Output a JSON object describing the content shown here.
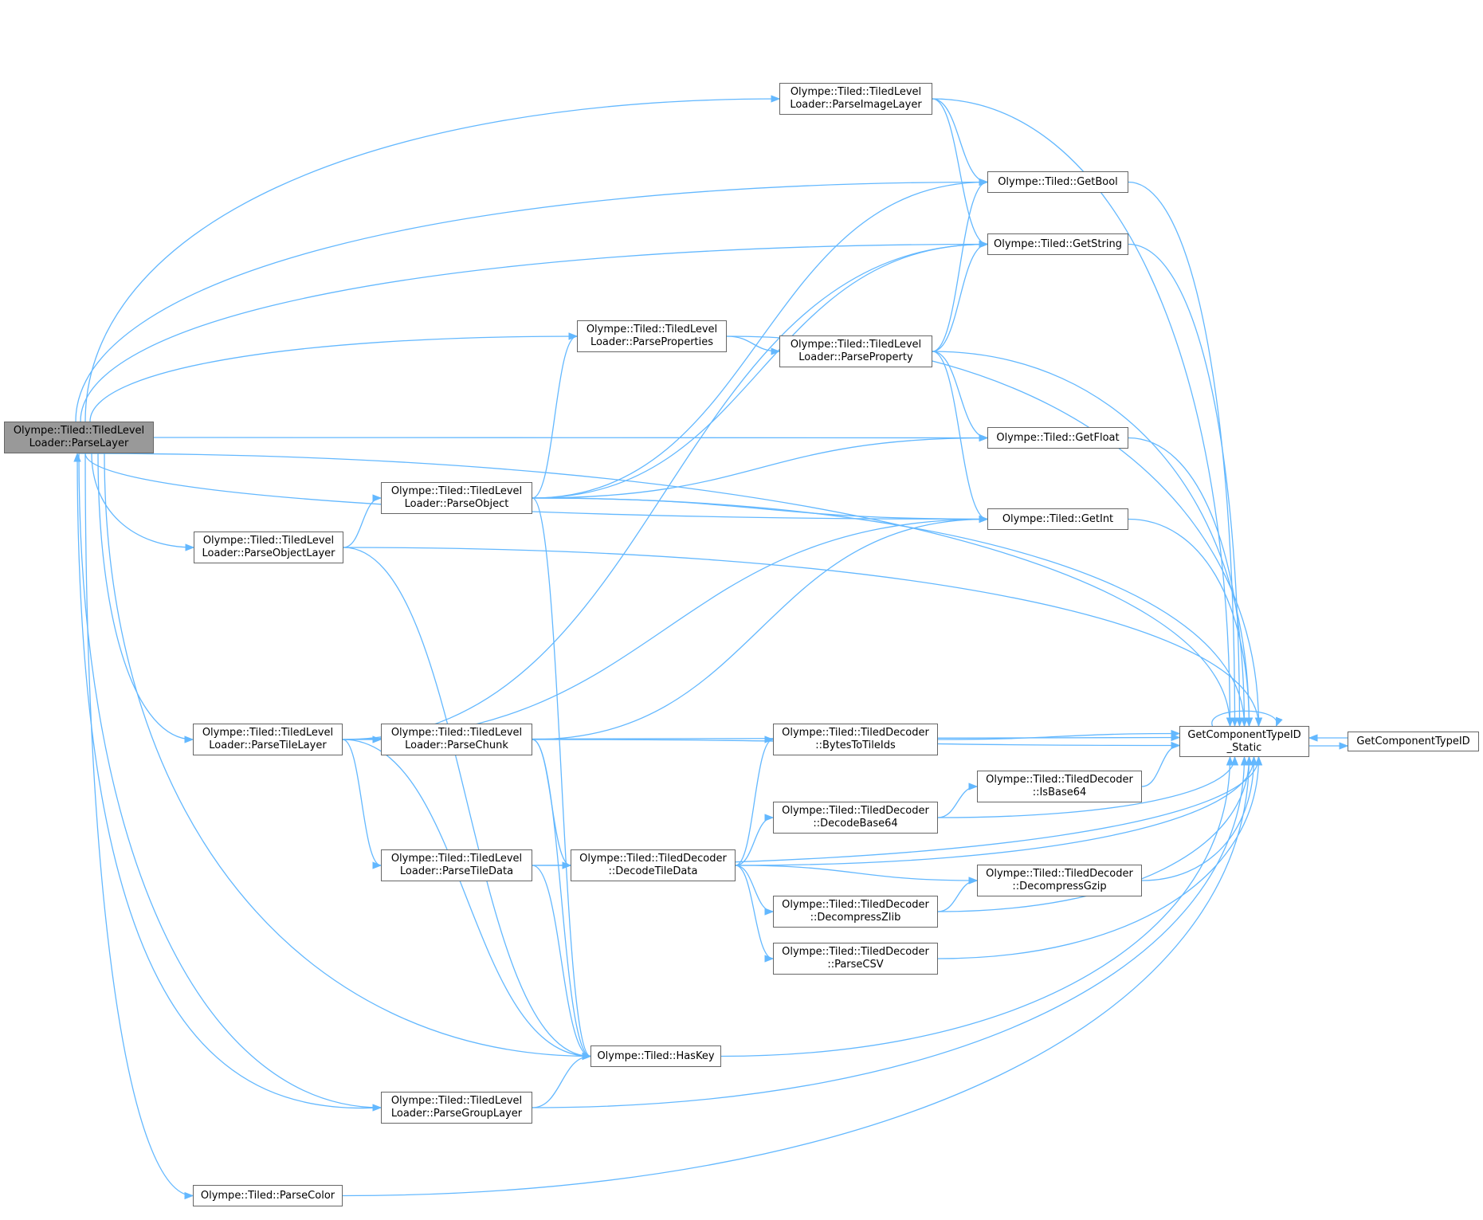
{
  "colors": {
    "edge": "#63b8ff",
    "root_fill": "#999999",
    "node_border": "#666666"
  },
  "nodes": {
    "ParseLayer": {
      "label": "Olympe::Tiled::TiledLevel\nLoader::ParseLayer",
      "root": true
    },
    "ParseImageLayer": {
      "label": "Olympe::Tiled::TiledLevel\nLoader::ParseImageLayer"
    },
    "GetBool": {
      "label": "Olympe::Tiled::GetBool"
    },
    "GetString": {
      "label": "Olympe::Tiled::GetString"
    },
    "ParseProperties": {
      "label": "Olympe::Tiled::TiledLevel\nLoader::ParseProperties"
    },
    "ParseProperty": {
      "label": "Olympe::Tiled::TiledLevel\nLoader::ParseProperty"
    },
    "GetFloat": {
      "label": "Olympe::Tiled::GetFloat"
    },
    "ParseObject": {
      "label": "Olympe::Tiled::TiledLevel\nLoader::ParseObject"
    },
    "GetInt": {
      "label": "Olympe::Tiled::GetInt"
    },
    "ParseObjectLayer": {
      "label": "Olympe::Tiled::TiledLevel\nLoader::ParseObjectLayer"
    },
    "Static": {
      "label": "GetComponentTypeID\n_Static"
    },
    "GetComponentTypeID": {
      "label": "GetComponentTypeID"
    },
    "ParseTileLayer": {
      "label": "Olympe::Tiled::TiledLevel\nLoader::ParseTileLayer"
    },
    "ParseChunk": {
      "label": "Olympe::Tiled::TiledLevel\nLoader::ParseChunk"
    },
    "BytesToTileIds": {
      "label": "Olympe::Tiled::TiledDecoder\n::BytesToTileIds"
    },
    "IsBase64": {
      "label": "Olympe::Tiled::TiledDecoder\n::IsBase64"
    },
    "DecodeBase64": {
      "label": "Olympe::Tiled::TiledDecoder\n::DecodeBase64"
    },
    "DecodeTileData": {
      "label": "Olympe::Tiled::TiledDecoder\n::DecodeTileData"
    },
    "ParseTileData": {
      "label": "Olympe::Tiled::TiledLevel\nLoader::ParseTileData"
    },
    "DecompressGzip": {
      "label": "Olympe::Tiled::TiledDecoder\n::DecompressGzip"
    },
    "DecompressZlib": {
      "label": "Olympe::Tiled::TiledDecoder\n::DecompressZlib"
    },
    "ParseCSV": {
      "label": "Olympe::Tiled::TiledDecoder\n::ParseCSV"
    },
    "HasKey": {
      "label": "Olympe::Tiled::HasKey"
    },
    "ParseGroupLayer": {
      "label": "Olympe::Tiled::TiledLevel\nLoader::ParseGroupLayer"
    },
    "ParseColor": {
      "label": "Olympe::Tiled::ParseColor"
    }
  },
  "edges": [
    [
      "ParseLayer",
      "Static"
    ],
    [
      "ParseLayer",
      "GetBool"
    ],
    [
      "ParseLayer",
      "GetString"
    ],
    [
      "ParseLayer",
      "ParseImageLayer"
    ],
    [
      "ParseLayer",
      "ParseProperties"
    ],
    [
      "ParseLayer",
      "GetFloat"
    ],
    [
      "ParseLayer",
      "GetInt"
    ],
    [
      "ParseLayer",
      "ParseObjectLayer"
    ],
    [
      "ParseLayer",
      "ParseTileLayer"
    ],
    [
      "ParseLayer",
      "HasKey"
    ],
    [
      "ParseLayer",
      "ParseGroupLayer"
    ],
    [
      "ParseLayer",
      "ParseColor"
    ],
    [
      "ParseImageLayer",
      "GetBool"
    ],
    [
      "ParseImageLayer",
      "GetString"
    ],
    [
      "ParseImageLayer",
      "Static"
    ],
    [
      "GetBool",
      "Static"
    ],
    [
      "GetString",
      "Static"
    ],
    [
      "GetFloat",
      "Static"
    ],
    [
      "GetInt",
      "Static"
    ],
    [
      "ParseProperties",
      "ParseProperty"
    ],
    [
      "ParseProperties",
      "Static"
    ],
    [
      "ParseProperty",
      "GetBool"
    ],
    [
      "ParseProperty",
      "GetString"
    ],
    [
      "ParseProperty",
      "GetFloat"
    ],
    [
      "ParseProperty",
      "GetInt"
    ],
    [
      "ParseProperty",
      "Static"
    ],
    [
      "ParseObject",
      "GetBool"
    ],
    [
      "ParseObject",
      "GetString"
    ],
    [
      "ParseObject",
      "ParseProperties"
    ],
    [
      "ParseObject",
      "GetFloat"
    ],
    [
      "ParseObject",
      "GetInt"
    ],
    [
      "ParseObject",
      "Static"
    ],
    [
      "ParseObject",
      "HasKey"
    ],
    [
      "ParseObjectLayer",
      "ParseObject"
    ],
    [
      "ParseObjectLayer",
      "Static"
    ],
    [
      "ParseObjectLayer",
      "HasKey"
    ],
    [
      "ParseTileLayer",
      "GetString"
    ],
    [
      "ParseTileLayer",
      "GetInt"
    ],
    [
      "ParseTileLayer",
      "ParseChunk"
    ],
    [
      "ParseTileLayer",
      "ParseTileData"
    ],
    [
      "ParseTileLayer",
      "HasKey"
    ],
    [
      "ParseTileLayer",
      "Static"
    ],
    [
      "ParseChunk",
      "GetInt"
    ],
    [
      "ParseChunk",
      "Static"
    ],
    [
      "ParseChunk",
      "DecodeTileData"
    ],
    [
      "ParseChunk",
      "HasKey"
    ],
    [
      "ParseTileData",
      "DecodeTileData"
    ],
    [
      "ParseTileData",
      "HasKey"
    ],
    [
      "ParseTileData",
      "Static"
    ],
    [
      "DecodeTileData",
      "BytesToTileIds"
    ],
    [
      "DecodeTileData",
      "DecodeBase64"
    ],
    [
      "DecodeTileData",
      "DecompressGzip"
    ],
    [
      "DecodeTileData",
      "DecompressZlib"
    ],
    [
      "DecodeTileData",
      "ParseCSV"
    ],
    [
      "DecodeTileData",
      "Static"
    ],
    [
      "BytesToTileIds",
      "Static"
    ],
    [
      "DecodeBase64",
      "IsBase64"
    ],
    [
      "DecodeBase64",
      "Static"
    ],
    [
      "IsBase64",
      "Static"
    ],
    [
      "DecompressZlib",
      "DecompressGzip"
    ],
    [
      "DecompressZlib",
      "Static"
    ],
    [
      "DecompressGzip",
      "Static"
    ],
    [
      "ParseCSV",
      "Static"
    ],
    [
      "HasKey",
      "Static"
    ],
    [
      "ParseGroupLayer",
      "ParseLayer"
    ],
    [
      "ParseGroupLayer",
      "HasKey"
    ],
    [
      "ParseGroupLayer",
      "Static"
    ],
    [
      "ParseColor",
      "Static"
    ],
    [
      "Static",
      "Static"
    ],
    [
      "Static",
      "GetComponentTypeID"
    ],
    [
      "GetComponentTypeID",
      "Static"
    ]
  ]
}
